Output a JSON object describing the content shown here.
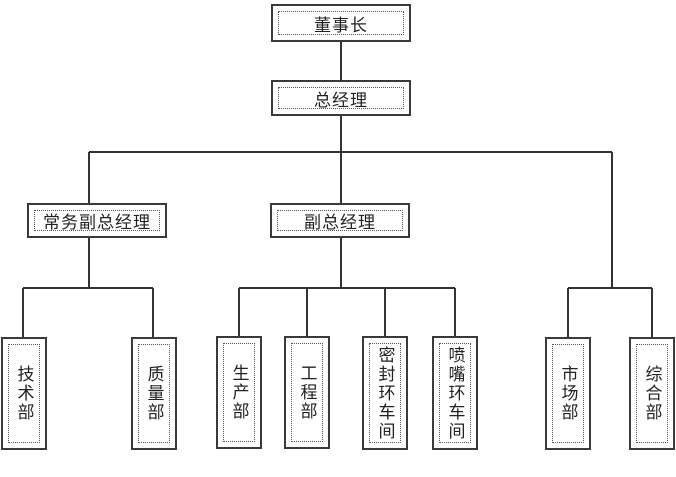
{
  "org": {
    "chairman": "董事长",
    "general_manager": "总经理",
    "executive_vp": "常务副总经理",
    "vice_gm": "副总经理",
    "depts": {
      "tech": "技术部",
      "quality": "质量部",
      "production": "生产部",
      "engineering": "工程部",
      "seal_workshop": "密封环车间",
      "nozzle_workshop": "喷嘴环车间",
      "market": "市场部",
      "general_affairs": "综合部"
    }
  }
}
